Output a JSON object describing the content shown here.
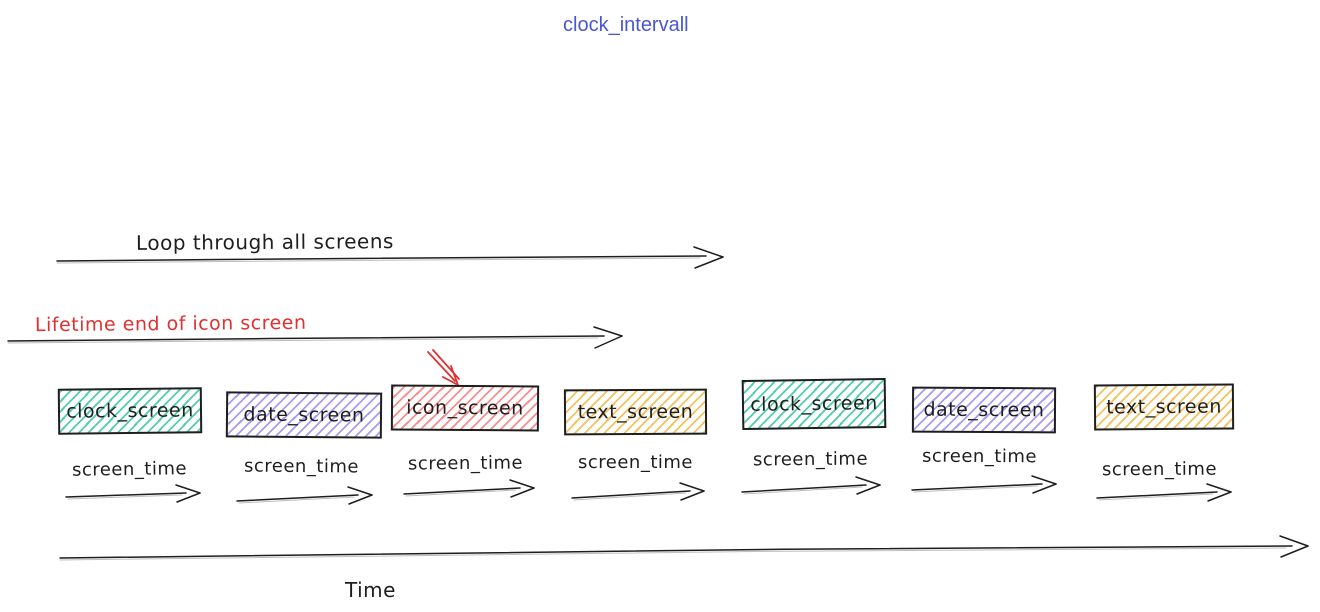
{
  "title": {
    "text": "clock_intervall",
    "color": "#4a56d6"
  },
  "annotations": {
    "loop_arrow_label": "Loop through all screens",
    "lifetime_arrow_label": "Lifetime end of icon screen",
    "time_axis_label": "Time",
    "screen_time_label": "screen_time"
  },
  "colors": {
    "stroke": "#1e1e1e",
    "highlight_red": "#e03131",
    "teal_fill": "#4fd0a7",
    "purple_fill": "#a99cf5",
    "red_fill": "#f78f8f",
    "yellow_fill": "#f3c35f"
  },
  "screens": [
    {
      "label": "clock_screen",
      "color_name": "teal"
    },
    {
      "label": "date_screen",
      "color_name": "purple"
    },
    {
      "label": "icon_screen",
      "color_name": "red",
      "pointed_by_red_arrow": true
    },
    {
      "label": "text_screen",
      "color_name": "yellow"
    },
    {
      "label": "clock_screen",
      "color_name": "teal"
    },
    {
      "label": "date_screen",
      "color_name": "purple"
    },
    {
      "label": "text_screen",
      "color_name": "yellow"
    }
  ]
}
